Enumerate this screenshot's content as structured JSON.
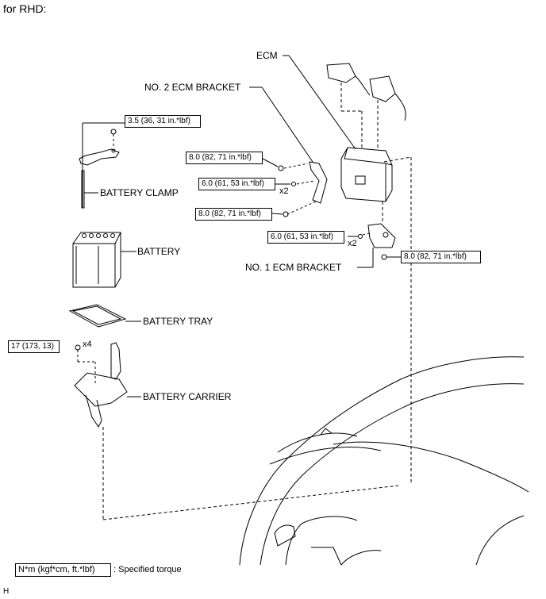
{
  "header": {
    "title": "for RHD:"
  },
  "parts": {
    "ecm": "ECM",
    "no2_bracket": "NO. 2 ECM BRACKET",
    "battery_clamp": "BATTERY CLAMP",
    "battery": "BATTERY",
    "battery_tray": "BATTERY TRAY",
    "battery_carrier": "BATTERY CARRIER",
    "no1_bracket": "NO. 1 ECM BRACKET"
  },
  "torques": {
    "clamp": "3.5 (36, 31 in.*lbf)",
    "no2_upper": "8.0 (82, 71 in.*lbf)",
    "no2_mid": "6.0 (61, 53 in.*lbf)",
    "no2_lower": "8.0 (82, 71 in.*lbf)",
    "no1_left": "6.0 (61, 53 in.*lbf)",
    "no1_right": "8.0 (82, 71 in.*lbf)",
    "carrier": "17 (173, 13)"
  },
  "multipliers": {
    "no2_mid": "x2",
    "no1_left": "x2",
    "carrier": "x4"
  },
  "legend": {
    "box_text": "N*m (kgf*cm, ft.*lbf)",
    "description": ": Specified torque"
  },
  "footer": {
    "code": "H"
  }
}
